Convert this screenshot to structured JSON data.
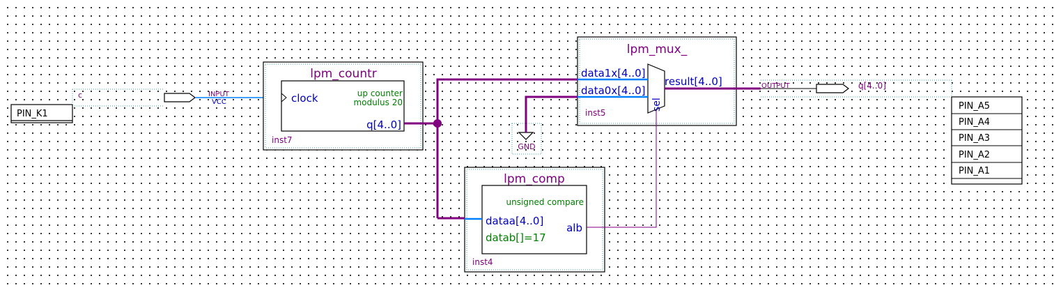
{
  "input_pin": {
    "location": "PIN_K1",
    "name": "c",
    "type_label": "INPUT",
    "default_label": "VCC"
  },
  "counter": {
    "title": "lpm_countr",
    "clock_port": "clock",
    "desc_line1": "up counter",
    "desc_line2": "modulus 20",
    "q_port": "q[4..0]",
    "instance": "inst7"
  },
  "mux": {
    "title": "lpm_mux_",
    "data1_port": "data1x[4..0]",
    "data0_port": "data0x[4..0]",
    "result_port": "result[4..0]",
    "sel_port": "sel",
    "instance": "inst5"
  },
  "comparator": {
    "title": "lpm_comp",
    "desc": "unsigned compare",
    "dataa_port": "dataa[4..0]",
    "datab_port": "datab[]=17",
    "alb_port": "alb",
    "instance": "inst4"
  },
  "gnd": {
    "label": "GND"
  },
  "output_pin": {
    "type_label": "OUTPUT",
    "name": "q[4..0]",
    "locations": [
      "PIN_A5",
      "PIN_A4",
      "PIN_A3",
      "PIN_A2",
      "PIN_A1"
    ]
  },
  "colors": {
    "bus": "#800080",
    "wire_blue": "#0080ff",
    "title_purple": "#800080",
    "port_blue": "#0000c0",
    "param_green": "#008000",
    "connector_teal": "#40a0a0"
  }
}
